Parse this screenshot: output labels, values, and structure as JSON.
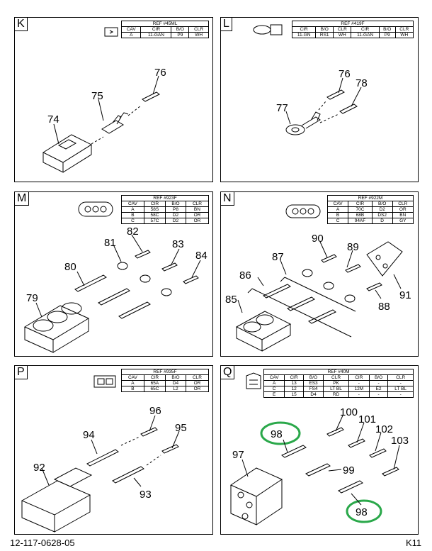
{
  "panels": {
    "K": {
      "letter": "K",
      "ref": "REF #45ML",
      "headers": [
        "CAV",
        "CIR",
        "B/O",
        "CLR"
      ],
      "rows": [
        [
          "A",
          "11-GAN",
          "P9",
          "WH"
        ]
      ],
      "callouts": [
        "76",
        "75",
        "74"
      ]
    },
    "L": {
      "letter": "L",
      "ref": "REF #419F",
      "headers": [
        "CIR",
        "B/O",
        "CLR",
        "CIR",
        "B/O",
        "CLR"
      ],
      "rows": [
        [
          "11-GN",
          "RS1",
          "WH",
          "11-GAN",
          "P9",
          "WH"
        ]
      ],
      "callouts": [
        "76",
        "78",
        "77"
      ]
    },
    "M": {
      "letter": "M",
      "ref": "REF #923F",
      "headers": [
        "CAV",
        "CIR",
        "B/O",
        "CLR"
      ],
      "rows": [
        [
          "A",
          "58S",
          "P8",
          "BN"
        ],
        [
          "B",
          "58C",
          "D2",
          "OR"
        ],
        [
          "C",
          "57C",
          "D2",
          "OR"
        ]
      ],
      "callouts": [
        "82",
        "81",
        "83",
        "84",
        "80",
        "79"
      ]
    },
    "N": {
      "letter": "N",
      "ref": "REF #922M",
      "headers": [
        "CAV",
        "CIR",
        "B/O",
        "CLR"
      ],
      "rows": [
        [
          "A",
          "70C",
          "D2",
          "OR"
        ],
        [
          "B",
          "68B",
          "DS2",
          "BN"
        ],
        [
          "C",
          "94AF",
          "D",
          "GY"
        ]
      ],
      "callouts": [
        "90",
        "89",
        "87",
        "86",
        "85",
        "91",
        "88"
      ]
    },
    "P": {
      "letter": "P",
      "ref": "REF #935F",
      "headers": [
        "CAV",
        "CIR",
        "B/O",
        "CLR"
      ],
      "rows": [
        [
          "A",
          "65A",
          "D4",
          "OR"
        ],
        [
          "B",
          "65C",
          "L2",
          "OR"
        ]
      ],
      "callouts": [
        "96",
        "94",
        "95",
        "92",
        "93"
      ]
    },
    "Q": {
      "letter": "Q",
      "ref": "REF #40M",
      "headers": [
        "CAV",
        "CIR",
        "B/O",
        "CLR",
        "CIR",
        "B/O",
        "CLR"
      ],
      "rows": [
        [
          "A",
          "13",
          "ES3",
          "PK",
          "-",
          "-",
          "-"
        ],
        [
          "C",
          "12",
          "FS4",
          "LT BL",
          "12M",
          "E2",
          "LT BL"
        ],
        [
          "E",
          "15",
          "D4",
          "RD",
          "-",
          "-",
          "-"
        ]
      ],
      "callouts": [
        "100",
        "101",
        "102",
        "98",
        "103",
        "97",
        "99",
        "98"
      ]
    }
  },
  "footer": {
    "part_number": "12-117-0628-05",
    "page": "K11"
  },
  "colors": {
    "highlight": "#2aa84a"
  }
}
